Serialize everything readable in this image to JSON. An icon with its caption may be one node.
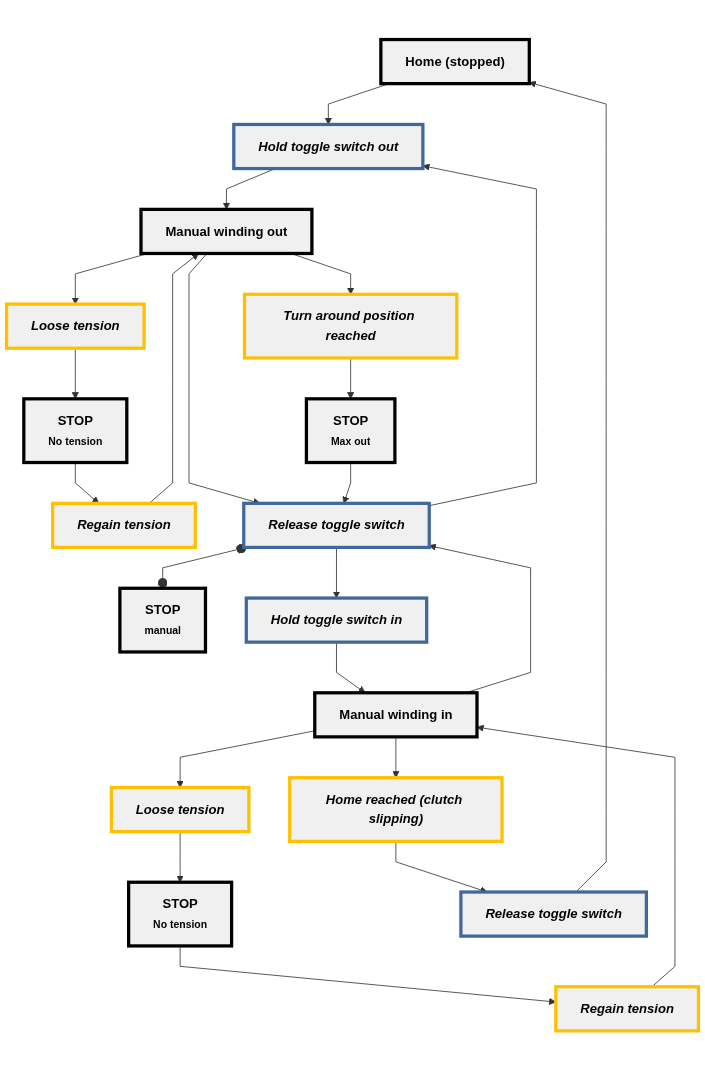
{
  "diagram": {
    "nodes": [
      {
        "text": [
          "Home (stopped)"
        ]
      },
      {
        "text": [
          "Hold toggle switch out"
        ]
      },
      {
        "text": [
          "Manual winding out"
        ]
      },
      {
        "text": [
          "Loose tension"
        ]
      },
      {
        "text": [
          "STOP",
          "No tension"
        ]
      },
      {
        "text": [
          "Regain tension"
        ]
      },
      {
        "text": [
          "Turn around position reached"
        ]
      },
      {
        "text": [
          "STOP",
          "Max out"
        ]
      },
      {
        "text": [
          "Release toggle switch"
        ]
      },
      {
        "text": [
          "STOP",
          "manual"
        ]
      },
      {
        "text": [
          "Hold toggle switch in"
        ]
      },
      {
        "text": [
          "Manual winding in"
        ]
      },
      {
        "text": [
          "Loose tension"
        ]
      },
      {
        "text": [
          "STOP",
          "No tension"
        ]
      },
      {
        "text": [
          "Regain tension"
        ]
      },
      {
        "text": [
          "Home reached (clutch slipping)"
        ]
      },
      {
        "text": [
          "Release toggle switch"
        ]
      }
    ],
    "edges": [
      {
        "from": 0,
        "to": 1,
        "arrow": "to"
      },
      {
        "from": 1,
        "to": 2,
        "arrow": "to"
      },
      {
        "from": 2,
        "to": 3,
        "arrow": "to"
      },
      {
        "from": 3,
        "to": 4,
        "arrow": "to"
      },
      {
        "from": 4,
        "to": 5,
        "arrow": "to"
      },
      {
        "from": 5,
        "to": 2,
        "arrow": "to"
      },
      {
        "from": 2,
        "to": 8,
        "arrow": "to"
      },
      {
        "from": 2,
        "to": 6,
        "arrow": "to"
      },
      {
        "from": 6,
        "to": 7,
        "arrow": "to"
      },
      {
        "from": 7,
        "to": 8,
        "arrow": "to"
      },
      {
        "from": 8,
        "to": 1,
        "arrow": "to"
      },
      {
        "from": 8,
        "to": 9,
        "arrow": "other"
      },
      {
        "from": 8,
        "to": 10,
        "arrow": "to"
      },
      {
        "from": 10,
        "to": 11,
        "arrow": "to"
      },
      {
        "from": 11,
        "to": 12,
        "arrow": "to"
      },
      {
        "from": 12,
        "to": 13,
        "arrow": "to"
      },
      {
        "from": 13,
        "to": 14,
        "arrow": "to"
      },
      {
        "from": 14,
        "to": 11,
        "arrow": "to"
      },
      {
        "from": 11,
        "to": 8,
        "arrow": "to"
      },
      {
        "from": 11,
        "to": 15,
        "arrow": "to"
      },
      {
        "from": 15,
        "to": 16,
        "arrow": "to"
      },
      {
        "from": 16,
        "to": 0,
        "arrow": "to"
      }
    ]
  }
}
